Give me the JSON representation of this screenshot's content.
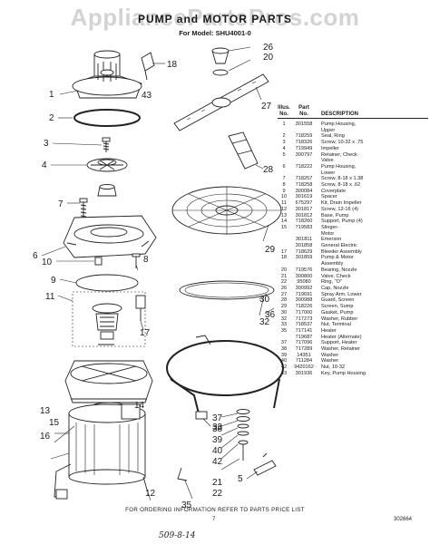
{
  "header": {
    "watermark": "AppliancePartsPros.com",
    "title": "PUMP and MOTOR PARTS",
    "model": "For Model: SHU4001-0"
  },
  "parts_list": {
    "headers": {
      "illus_1": "Illus.",
      "illus_2": "No.",
      "part_1": "Part",
      "part_2": "No.",
      "description": "DESCRIPTION"
    },
    "rows": [
      {
        "illus": "1",
        "part": "301558",
        "desc": "Pump Housing,"
      },
      {
        "illus": "",
        "part": "",
        "desc": "Upper"
      },
      {
        "illus": "2",
        "part": "718259",
        "desc": "Seal, Ring"
      },
      {
        "illus": "3",
        "part": "718326",
        "desc": "Screw, 10-32 x .75"
      },
      {
        "illus": "4",
        "part": "719949",
        "desc": "Impeller"
      },
      {
        "illus": "5",
        "part": "300797",
        "desc": "Retainer, Check"
      },
      {
        "illus": "",
        "part": "",
        "desc": "Valve"
      },
      {
        "illus": "6",
        "part": "718222",
        "desc": "Pump Housing,"
      },
      {
        "illus": "",
        "part": "",
        "desc": "Lower"
      },
      {
        "illus": "7",
        "part": "718257",
        "desc": "Screw, 8-18 x 1.38"
      },
      {
        "illus": "8",
        "part": "718258",
        "desc": "Screw, 8-18 x .62"
      },
      {
        "illus": "9",
        "part": "300084",
        "desc": "Coverplate"
      },
      {
        "illus": "10",
        "part": "301619",
        "desc": "Spacer"
      },
      {
        "illus": "11",
        "part": "675297",
        "desc": "Kit, Drain Impeller"
      },
      {
        "illus": "12",
        "part": "301817",
        "desc": "Screw, 12-16 (4)"
      },
      {
        "illus": "13",
        "part": "301812",
        "desc": "Base, Pump"
      },
      {
        "illus": "14",
        "part": "718260",
        "desc": "Support, Pump (4)"
      },
      {
        "illus": "15",
        "part": "719583",
        "desc": "Slinger-"
      },
      {
        "illus": "",
        "part": "",
        "desc": "Motor"
      },
      {
        "illus": "",
        "part": "301811",
        "desc": "Emerson"
      },
      {
        "illus": "",
        "part": "301858",
        "desc": "General Electric"
      },
      {
        "illus": "17",
        "part": "718629",
        "desc": "Bleeder Assembly"
      },
      {
        "illus": "18",
        "part": "301859",
        "desc": "Pump & Motor"
      },
      {
        "illus": "",
        "part": "",
        "desc": "Assembly"
      },
      {
        "illus": "20",
        "part": "719576",
        "desc": "Bearing, Nozzle"
      },
      {
        "illus": "21",
        "part": "300800",
        "desc": "Valve, Check"
      },
      {
        "illus": "22",
        "part": "95080",
        "desc": "Ring, \"O\""
      },
      {
        "illus": "26",
        "part": "300992",
        "desc": "Cap, Nozzle"
      },
      {
        "illus": "27",
        "part": "719691",
        "desc": "Spray Arm, Lower"
      },
      {
        "illus": "28",
        "part": "300988",
        "desc": "Guard, Screen"
      },
      {
        "illus": "29",
        "part": "718226",
        "desc": "Screen, Sump"
      },
      {
        "illus": "30",
        "part": "717000",
        "desc": "Gasket, Pump"
      },
      {
        "illus": "32",
        "part": "717273",
        "desc": "Washer, Rubber"
      },
      {
        "illus": "33",
        "part": "718537",
        "desc": "Nut, Terminal"
      },
      {
        "illus": "35",
        "part": "717141",
        "desc": "Heater"
      },
      {
        "illus": "",
        "part": "719687",
        "desc": "Heater (Alternate)"
      },
      {
        "illus": "37",
        "part": "717096",
        "desc": "Support, Heater"
      },
      {
        "illus": "38",
        "part": "717289",
        "desc": "Washer, Retainer"
      },
      {
        "illus": "39",
        "part": "14351",
        "desc": "Washer"
      },
      {
        "illus": "40",
        "part": "711284",
        "desc": "Washer"
      },
      {
        "illus": "42",
        "part": "9420162",
        "desc": "Nut, 10-32"
      },
      {
        "illus": "43",
        "part": "301936",
        "desc": "Key, Pump Housing"
      }
    ]
  },
  "callouts": [
    "1",
    "2",
    "3",
    "4",
    "5",
    "6",
    "7",
    "8",
    "9",
    "10",
    "11",
    "12",
    "13",
    "14",
    "15",
    "16",
    "17",
    "18",
    "20",
    "21",
    "22",
    "26",
    "27",
    "28",
    "29",
    "30",
    "32",
    "33",
    "35",
    "36",
    "37",
    "38",
    "39",
    "40",
    "42",
    "43"
  ],
  "footer": {
    "ordering": "FOR ORDERING INFORMATION REFER TO PARTS PRICE LIST",
    "page": "7",
    "doc_number": "302664",
    "handwritten": "509-8-14"
  }
}
